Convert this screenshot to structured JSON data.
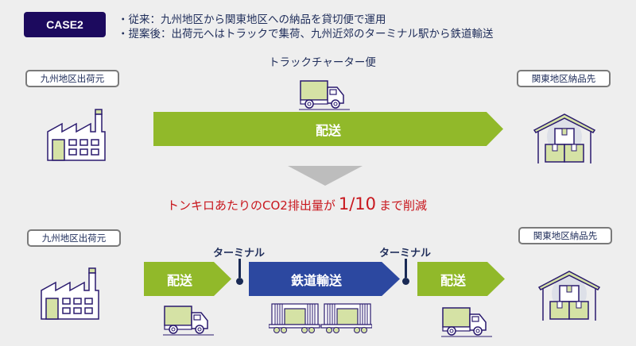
{
  "header": {
    "case_label": "CASE2",
    "lines": [
      "・従来：九州地区から関東地区への納品を貸切便で運用",
      "・提案後：出荷元へはトラックで集荷、九州近郊のターミナル駅から鉄道輸送"
    ]
  },
  "before": {
    "origin_label": "九州地区出荷元",
    "destination_label": "関東地区納品先",
    "transport_caption": "トラックチャーター便",
    "arrow_label": "配送",
    "icons": [
      "factory-icon",
      "truck-icon",
      "warehouse-icon"
    ]
  },
  "result": {
    "prefix": "トンキロあたりのCO2排出量が",
    "value": "1/10",
    "suffix": "まで削減"
  },
  "after": {
    "origin_label": "九州地区出荷元",
    "destination_label": "関東地区納品先",
    "terminal_label_1": "ターミナル",
    "terminal_label_2": "ターミナル",
    "segments": [
      {
        "label": "配送",
        "mode": "truck"
      },
      {
        "label": "鉄道輸送",
        "mode": "rail"
      },
      {
        "label": "配送",
        "mode": "truck"
      }
    ],
    "icons": [
      "factory-icon",
      "truck-icon",
      "freight-train-icon",
      "truck-icon",
      "warehouse-icon"
    ]
  },
  "colors": {
    "badge": "#1c0a5e",
    "truck_arrow": "#91b92a",
    "rail_arrow": "#2c48a0",
    "highlight_text": "#c8161d",
    "icon_stroke": "#2a1a6e",
    "icon_fill": "#d5e2a5"
  }
}
